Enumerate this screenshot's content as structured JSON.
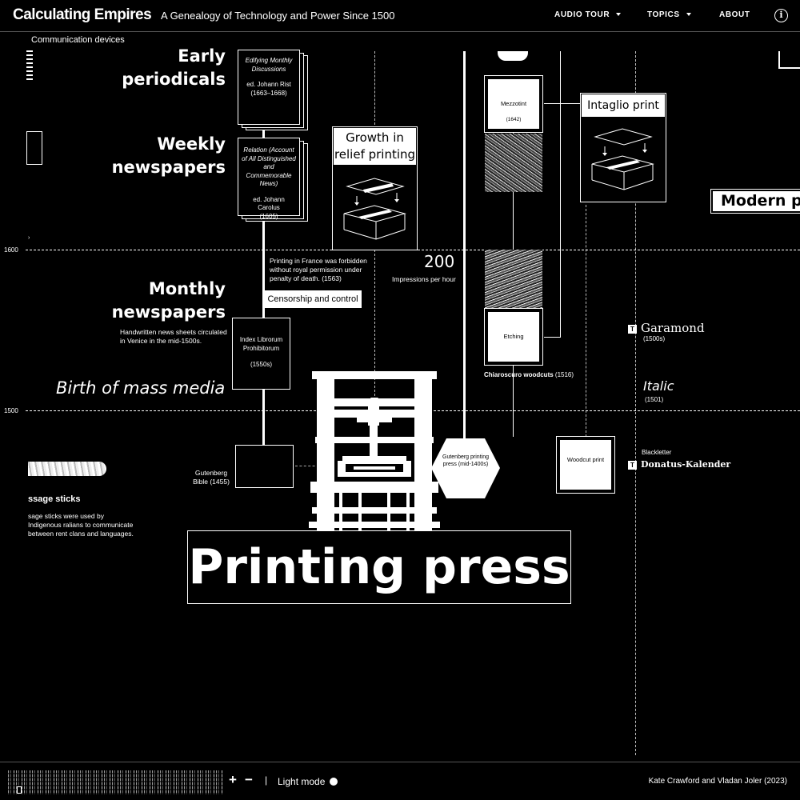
{
  "header": {
    "logo": "Calculating Empires",
    "subtitle": "A Genealogy of Technology and Power Since 1500",
    "nav": [
      {
        "label": "AUDIO TOUR"
      },
      {
        "label": "TOPICS"
      },
      {
        "label": "ABOUT"
      }
    ],
    "info_icon": "i"
  },
  "breadcrumb": "Communication devices",
  "timeline": {
    "years": [
      "1600",
      "1500"
    ],
    "era_label": "Birth of mass media",
    "main_title": "Printing press"
  },
  "left": {
    "early_periodicals": "Early periodicals",
    "weekly_newspapers": "Weekly newspapers",
    "monthly_newspapers": "Monthly newspapers",
    "monthly_note": "Handwritten news sheets circulated in Venice in the mid-1500s.",
    "message_sticks_title": "ssage sticks",
    "message_sticks_text": "sage sticks were used by Indigenous ralians to communicate between rent clans and languages."
  },
  "cards": {
    "edifying": {
      "title": "Edifying Monthly Discussions",
      "editor": "ed. Johann Rist",
      "years": "(1663–1668)"
    },
    "relation": {
      "title": "Relation (Account of All Distinguished and Commemorable News)",
      "editor": "ed. Johann Carolus",
      "years": "(1605)"
    },
    "index": {
      "title": "Index Librorum Prohibitorum",
      "years": "(1550s)"
    },
    "gutenberg_bible": "Gutenberg Bible (1455)",
    "gutenberg_press": "Gutenberg printing press (mid-1400s)"
  },
  "censorship": {
    "note": "Printing in France was forbidden without royal permission under penalty of death. (1563)",
    "label": "Censorship and control"
  },
  "relief": {
    "title": "Growth in relief printing",
    "impressions_value": "200",
    "impressions_label": "Impressions per hour"
  },
  "printmaking": {
    "mezzotint": "Mezzotint",
    "mezzotint_year": "(1642)",
    "etching": "Etching",
    "chiaroscuro": "Chiaroscuro woodcuts",
    "chiaroscuro_year": "(1516)",
    "intaglio": "Intaglio print",
    "woodcut": "Woodcut print",
    "modern": "Modern pr"
  },
  "typefaces": {
    "t_icon": "T",
    "garamond": "Garamond",
    "garamond_year": "(1500s)",
    "italic": "Italic",
    "italic_year": "(1501)",
    "blackletter": "Blackletter",
    "donatus": "Donatus-Kalender"
  },
  "footer": {
    "zoom_in": "+",
    "zoom_out": "−",
    "separator": "|",
    "light_mode": "Light mode",
    "credits": "Kate Crawford and Vladan Joler (2023)"
  },
  "colors": {
    "background": "#000000",
    "foreground": "#ffffff"
  }
}
